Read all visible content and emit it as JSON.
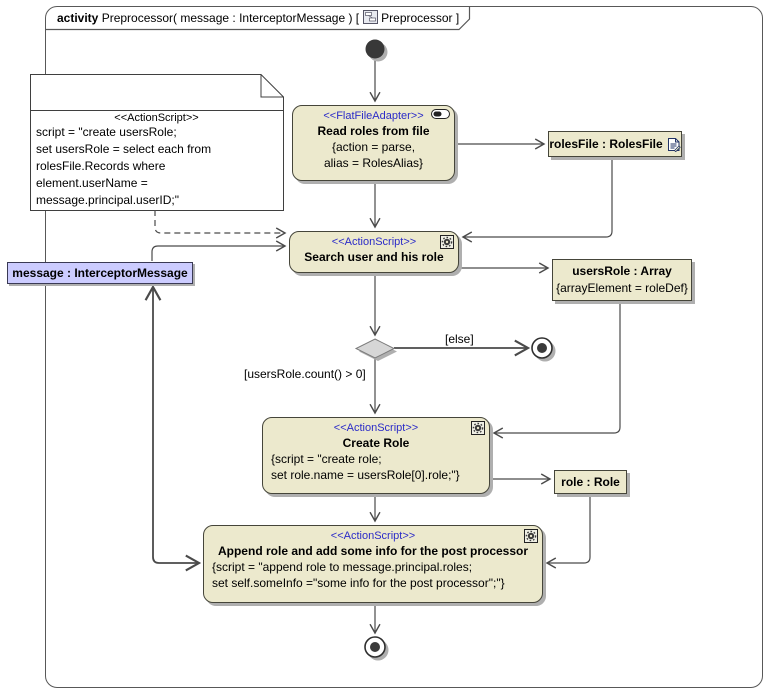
{
  "title": {
    "keyword": "activity",
    "signature": " Preprocessor( message : InterceptorMessage ) [",
    "diagram_name": "Preprocessor ]"
  },
  "note": {
    "stereotype": "<<ActionScript>>",
    "lines": [
      "script = \"create usersRole;",
      "set usersRole = select each from",
      "rolesFile.Records where",
      "element.userName =",
      "message.principal.userID;\""
    ]
  },
  "actions": {
    "read_roles": {
      "stereotype": "<<FlatFileAdapter>>",
      "name": "Read roles from file",
      "props": [
        "{action = parse,",
        "alias = RolesAlias}"
      ]
    },
    "search_user": {
      "stereotype": "<<ActionScript>>",
      "name": "Search user and his role"
    },
    "create_role": {
      "stereotype": "<<ActionScript>>",
      "name": "Create Role",
      "props": [
        "{script = \"create role;",
        "set role.name = usersRole[0].role;\"}"
      ]
    },
    "append_role": {
      "stereotype": "<<ActionScript>>",
      "name": "Append role and add some info for the post processor",
      "props": [
        "{script = \"append role to message.principal.roles;",
        "set self.someInfo =\"some info for the post processor\";\"}"
      ]
    }
  },
  "objects": {
    "roles_file": {
      "label": "rolesFile : RolesFile"
    },
    "users_role": {
      "label": "usersRole : Array",
      "constraint": "{arrayElement = roleDef}"
    },
    "role": {
      "label": "role : Role"
    },
    "message_param": {
      "label": "message : InterceptorMessage"
    }
  },
  "guards": {
    "else_guard": "[else]",
    "count_guard": "[usersRole.count() > 0]"
  },
  "colors": {
    "action_fill": "#ECE9CD",
    "param_fill": "#CCCCFF",
    "stereotype_blue": "#2B2BC8",
    "edge": "#4A4A4A",
    "shadow": "#AFAFAF"
  }
}
